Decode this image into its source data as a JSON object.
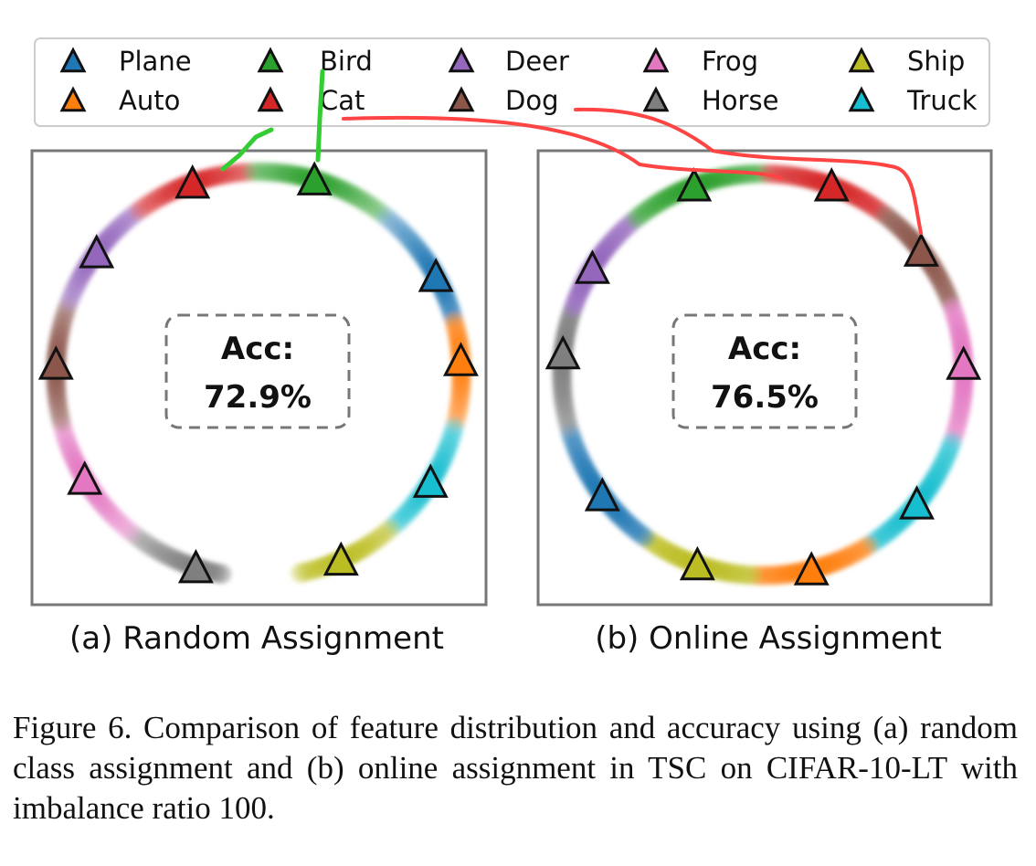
{
  "legend": [
    {
      "label": "Plane",
      "color": "#1f77b4"
    },
    {
      "label": "Auto",
      "color": "#ff7f0e"
    },
    {
      "label": "Bird",
      "color": "#2ca02c"
    },
    {
      "label": "Cat",
      "color": "#d62728"
    },
    {
      "label": "Deer",
      "color": "#9467bd"
    },
    {
      "label": "Dog",
      "color": "#8c564b"
    },
    {
      "label": "Frog",
      "color": "#e377c2"
    },
    {
      "label": "Horse",
      "color": "#7f7f7f"
    },
    {
      "label": "Ship",
      "color": "#bcbd22"
    },
    {
      "label": "Truck",
      "color": "#17becf"
    }
  ],
  "panels": [
    {
      "acc_label": "Acc:",
      "acc_value": "72.9%",
      "title": "(a) Random Assignment"
    },
    {
      "acc_label": "Acc:",
      "acc_value": "76.5%",
      "title": "(b) Online Assignment"
    }
  ],
  "caption": "Figure 6.  Comparison of feature distribution and accuracy using (a) random class assignment and (b) online assignment in TSC  on CIFAR-10-LT with imbalance ratio 100.",
  "annotation_colors": {
    "green": "#33cc33",
    "red": "#ff4444"
  }
}
